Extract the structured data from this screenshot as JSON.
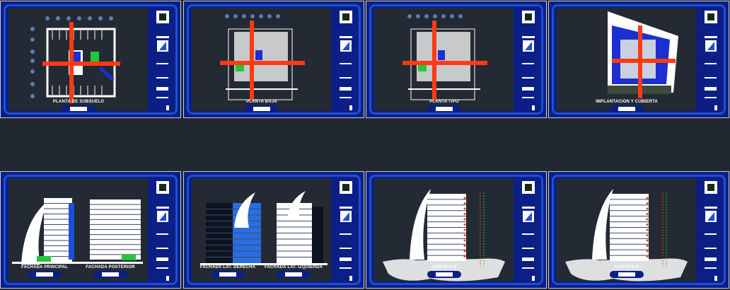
{
  "colors": {
    "background": "#222831",
    "sheet_blue": "#0b1f86",
    "frame_blue": "#1d4fd6",
    "axis_red": "#ff3a14",
    "drawing_bg": "#232a33"
  },
  "sheets": [
    {
      "type": "plan",
      "labels": [
        "PLANTA DE SUBSUELO"
      ]
    },
    {
      "type": "plan2",
      "labels": [
        "PLANTA BAJA"
      ]
    },
    {
      "type": "plan2",
      "labels": [
        "PLANTA TIPO"
      ]
    },
    {
      "type": "site",
      "labels": [
        "IMPLANTACION Y CUBIERTA"
      ]
    },
    {
      "type": "elev2",
      "labels": [
        "FACHADA PRINCIPAL",
        "FACHADA POSTERIOR"
      ]
    },
    {
      "type": "elev3",
      "labels": [
        "FACHADA LAT. DERECHA",
        "FACHADA LAT. IZQUIERDA"
      ]
    },
    {
      "type": "section",
      "labels": [
        "CORTE A-A"
      ]
    },
    {
      "type": "section",
      "labels": [
        "CORTE B-B"
      ]
    }
  ]
}
